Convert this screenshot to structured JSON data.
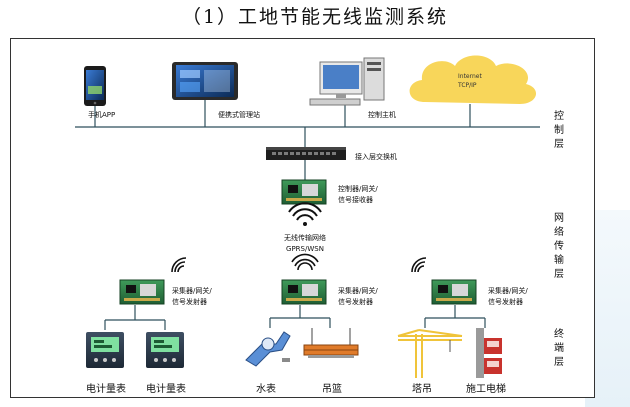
{
  "title": "（1）工地节能无线监测系统",
  "devices": {
    "phone_app": "手机APP",
    "tablet_station": "便携式管理站",
    "control_host": "控制主机",
    "cloud_line1": "Internet",
    "cloud_line2": "TCP/IP",
    "switch": "接入层交换机",
    "receiver_line1": "控制器/网关/",
    "receiver_line2": "信号接收器",
    "wireless_line1": "无线传输网络",
    "wireless_line2": "GPRS/WSN",
    "collector_line1": "采集器/网关/",
    "collector_line2": "信号发射器"
  },
  "terminals": {
    "meter1": "电计量表",
    "meter2": "电计量表",
    "water_meter": "水表",
    "basket": "吊篮",
    "tower_crane": "塔吊",
    "elevator": "施工电梯"
  },
  "layers": {
    "control": "控制层",
    "network": "网络传输层",
    "terminal": "终端层"
  },
  "colors": {
    "line": "#2f4f5c",
    "cloud": "#f8d65a",
    "board": "#2e7d47",
    "crane": "#f0c43a",
    "elevator": "#c8322d"
  }
}
